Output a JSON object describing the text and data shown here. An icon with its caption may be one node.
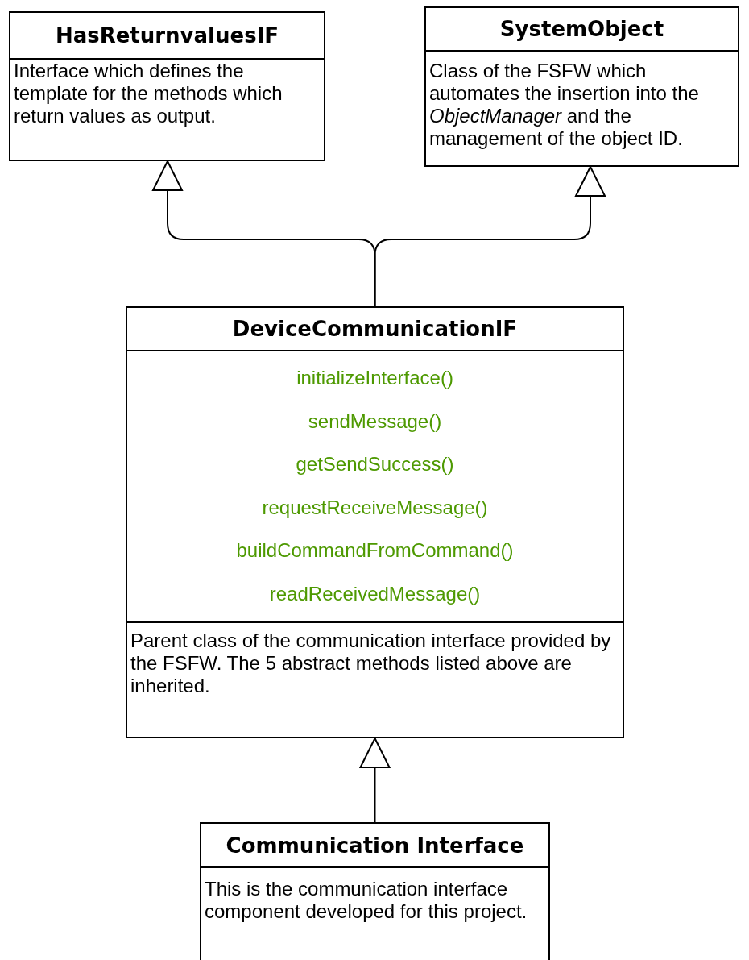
{
  "diagram": {
    "nodes": [
      {
        "text": [
          "HasReturnvaluesIF",
          "Interface which defines the template for the methods which return values as output."
        ]
      },
      {
        "text": [
          "SystemObject",
          "Class of the FSFW which automates the insertion into the *ObjectManager* and the management of the object ID."
        ]
      },
      {
        "text": [
          "DeviceCommunicationIF",
          "initializeInterface()",
          "sendMessage()",
          "getSendSuccess()",
          "requestReceiveMessage()",
          "buildCommandFromCommand()",
          "readReceivedMessage()",
          "Parent class of the communication interface provided by the FSFW. The 5 abstract methods listed above are inherited."
        ]
      },
      {
        "text": [
          "Communication Interface",
          "This is the communication interface component developed for this project."
        ]
      }
    ],
    "edges": [
      {
        "from": 2,
        "to": 0,
        "arrow": "to"
      },
      {
        "from": 2,
        "to": 1,
        "arrow": "to"
      },
      {
        "from": 3,
        "to": 2,
        "arrow": "to"
      }
    ]
  }
}
